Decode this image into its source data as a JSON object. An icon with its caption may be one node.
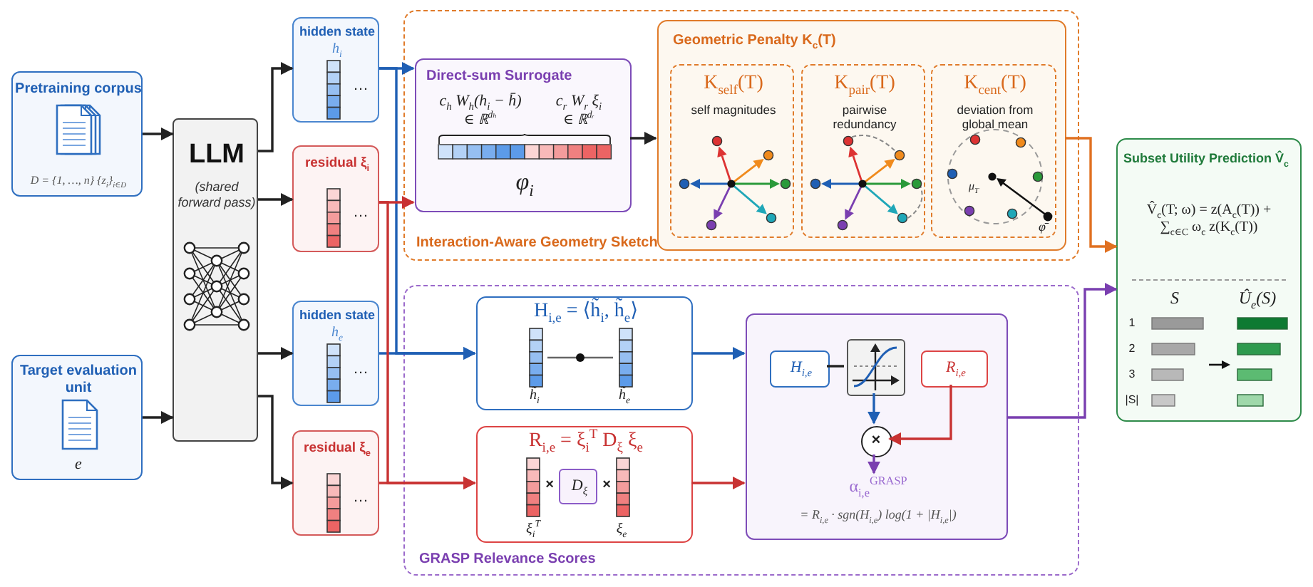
{
  "diagram": {
    "nodes": [
      {
        "text": [
          "Pretraining corpus",
          "D = {1, …, n}   {z$_{i}$}$_{i∈D}$"
        ]
      },
      {
        "text": [
          "Target evaluation unit",
          "e"
        ]
      },
      {
        "text": [
          "LLM",
          "(shared forward pass)"
        ]
      },
      {
        "text": [
          "hidden state",
          "h$_{i}$",
          "…"
        ]
      },
      {
        "text": [
          "residual ξ$_{i}$",
          "…"
        ]
      },
      {
        "text": [
          "hidden state",
          "h$_{e}$",
          "…"
        ]
      },
      {
        "text": [
          "residual ξ$_{e}$",
          "…"
        ]
      },
      {
        "text": [
          "Interaction-Aware Geometry Sketch"
        ]
      },
      {
        "text": [
          "Direct-sum Surrogate",
          "c$_{h}$ W$_{h}$(h$_{i}$ − h̄)",
          "∈ ℝ$^{dₕ}$",
          "c$_{r}$ W$_{r}$ ξ$_{i}$",
          "∈ ℝ$^{dᵣ}$",
          "φ$_{i}$"
        ],
        "in": 7
      },
      {
        "text": [
          "Geometric Penalty K$_{c}$(T)"
        ],
        "in": 7
      },
      {
        "text": [
          "K$_{self}$(T)",
          "self magnitudes"
        ],
        "in": 9
      },
      {
        "text": [
          "K$_{pair}$(T)",
          "pairwise redundancy"
        ],
        "in": 9
      },
      {
        "text": [
          "K$_{cent}$(T)",
          "deviation from global mean",
          "μ$_{T}$",
          "φ̄"
        ],
        "in": 9
      },
      {
        "text": [
          "GRASP Relevance Scores"
        ]
      },
      {
        "text": [
          "H$_{i,e}$ = ⟨h̃$_{i}$, h̃$_{e}$⟩",
          "h̃$_{i}$",
          "h̃$_{e}$"
        ],
        "in": 13
      },
      {
        "text": [
          "R$_{i,e}$ = ξ$_{i}$$^{T}$ D$_{ξ}$ ξ$_{e}$",
          "×",
          "×",
          "ξ$_{i}$$^{T}$",
          "ξ$_{e}$"
        ],
        "in": 13
      },
      {
        "text": [
          "D$_{ξ}$"
        ],
        "in": 15
      },
      {
        "text": [],
        "shape": "box",
        "in": 13
      },
      {
        "text": [
          "H$_{i,e}$"
        ],
        "in": 17
      },
      {
        "text": [],
        "shape": "box",
        "in": 17
      },
      {
        "text": [
          "R$_{i,e}$"
        ],
        "in": 17
      },
      {
        "text": [
          "×"
        ],
        "in": 17
      },
      {
        "text": [
          "α$_{i,e}$$^{GRASP}$",
          "= R$_{i,e}$ · sgn(H$_{i,e}$) log(1 + |H$_{i,e}$|)"
        ],
        "in": 17
      },
      {
        "text": [
          "Subset Utility Prediction V̂$_{c}$",
          "V̂$_{c}$(T; ω) = z(A$_{c}$(T)) + ∑$_{c∈C}$ ω$_{c}$ z(K$_{c}$(T))",
          "S",
          "Û$_{e}$(S)",
          "1",
          "2",
          "3",
          "|S|"
        ]
      }
    ],
    "edges": [
      {
        "from": 0,
        "to": 2,
        "arrow": "to"
      },
      {
        "from": 1,
        "to": 2,
        "arrow": "to"
      },
      {
        "from": 2,
        "to": 3,
        "arrow": "to"
      },
      {
        "from": 2,
        "to": 4,
        "arrow": "to"
      },
      {
        "from": 2,
        "to": 5,
        "arrow": "to"
      },
      {
        "from": 2,
        "to": 6,
        "arrow": "to"
      },
      {
        "from": 3,
        "to": 8,
        "arrow": "to",
        "color": "#1f5fb4"
      },
      {
        "from": 3,
        "to": 14,
        "arrow": "to",
        "color": "#1f5fb4"
      },
      {
        "from": 5,
        "to": 14,
        "arrow": "to",
        "color": "#1f5fb4"
      },
      {
        "from": 4,
        "to": 8,
        "arrow": "to",
        "color": "#c83232"
      },
      {
        "from": 4,
        "to": 15,
        "arrow": "to",
        "color": "#c83232"
      },
      {
        "from": 6,
        "to": 15,
        "arrow": "to",
        "color": "#c83232"
      },
      {
        "from": 8,
        "to": 9,
        "arrow": "to"
      },
      {
        "from": 9,
        "to": 23,
        "arrow": "to",
        "color": "#e07020"
      },
      {
        "from": 14,
        "to": 17,
        "arrow": "to",
        "color": "#1f5fb4"
      },
      {
        "from": 15,
        "to": 17,
        "arrow": "to",
        "color": "#c83232"
      },
      {
        "from": 17,
        "to": 23,
        "arrow": "to",
        "color": "#7a3fb0"
      },
      {
        "from": 18,
        "to": 19,
        "arrow": "none"
      },
      {
        "from": 19,
        "to": 21,
        "arrow": "to",
        "color": "#1f5fb4"
      },
      {
        "from": 20,
        "to": 21,
        "arrow": "to",
        "color": "#c83232"
      },
      {
        "from": 21,
        "to": 22,
        "arrow": "to",
        "color": "#7a3fb0"
      }
    ]
  }
}
